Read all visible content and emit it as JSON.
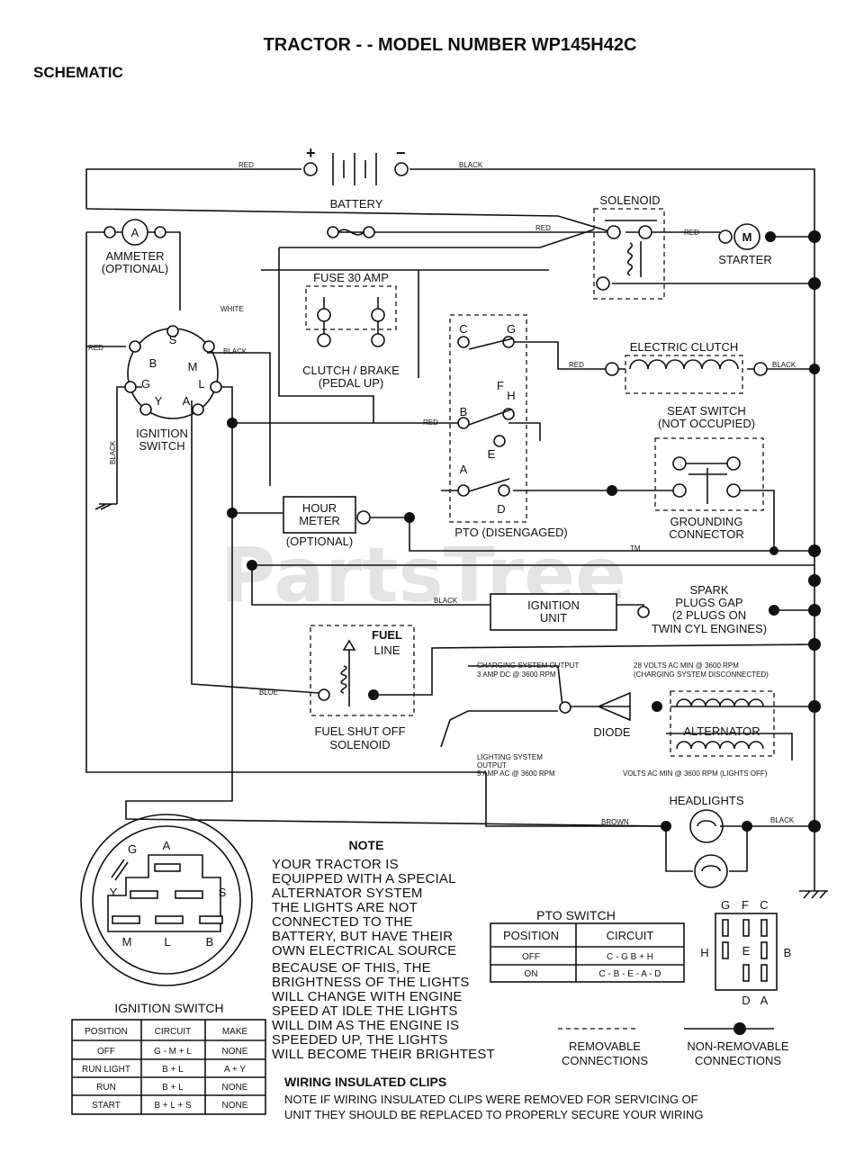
{
  "title": "TRACTOR - - MODEL NUMBER WP145H42C",
  "section": "SCHEMATIC",
  "watermark": "PartsTree",
  "trademark": "TM",
  "wires": {
    "red": "RED",
    "black": "BLACK",
    "white": "WHITE",
    "blue": "BLUE",
    "brown": "BROWN"
  },
  "components": {
    "battery": "BATTERY",
    "battery_plus": "+",
    "battery_minus": "−",
    "solenoid": "SOLENOID",
    "starter": "STARTER",
    "starter_symbol": "M",
    "ammeter_symbol": "A",
    "ammeter": [
      "AMMETER",
      "(OPTIONAL)"
    ],
    "fuse": "FUSE 30 AMP",
    "clutch_brake": [
      "CLUTCH / BRAKE",
      "(PEDAL UP)"
    ],
    "electric_clutch": "ELECTRIC CLUTCH",
    "seat_switch": [
      "SEAT SWITCH",
      "(NOT OCCUPIED)"
    ],
    "ignition_switch": [
      "IGNITION",
      "SWITCH"
    ],
    "ignition_terminals": [
      "S",
      "B",
      "M",
      "G",
      "L",
      "Y",
      "A"
    ],
    "hour_meter": [
      "HOUR",
      "METER"
    ],
    "hour_meter_optional": "(OPTIONAL)",
    "pto_label": "PTO (DISENGAGED)",
    "pto_terminals": [
      "C",
      "G",
      "F",
      "H",
      "B",
      "E",
      "A",
      "D"
    ],
    "grounding_connector": [
      "GROUNDING",
      "CONNECTOR"
    ],
    "ignition_unit": [
      "IGNITION",
      "UNIT"
    ],
    "spark_plugs": [
      "SPARK",
      "PLUGS GAP",
      "(2 PLUGS ON",
      "TWIN CYL ENGINES)"
    ],
    "fuel_line": [
      "FUEL",
      "LINE"
    ],
    "fuel_solenoid": [
      "FUEL SHUT OFF",
      "SOLENOID"
    ],
    "charging_output": [
      "CHARGING SYSTEM OUTPUT",
      "3 AMP DC @ 3600 RPM"
    ],
    "volts_ac": [
      "28 VOLTS AC MIN @ 3600 RPM",
      "(CHARGING SYSTEM DISCONNECTED)"
    ],
    "diode": "DIODE",
    "alternator": "ALTERNATOR",
    "lighting_output": [
      "LIGHTING SYSTEM",
      "OUTPUT",
      "5 AMP AC @ 3600 RPM"
    ],
    "lights_ac": "VOLTS AC MIN @ 3600 RPM (LIGHTS OFF)",
    "headlights": "HEADLIGHTS"
  },
  "switch_inset": {
    "terminals": [
      "G",
      "A",
      "Y",
      "S",
      "M",
      "L",
      "B"
    ],
    "title": "IGNITION SWITCH",
    "headers": [
      "POSITION",
      "CIRCUIT",
      "MAKE"
    ],
    "rows": [
      [
        "OFF",
        "G - M + L",
        "NONE"
      ],
      [
        "RUN LIGHT",
        "B + L",
        "A + Y"
      ],
      [
        "RUN",
        "B + L",
        "NONE"
      ],
      [
        "START",
        "B + L + S",
        "NONE"
      ]
    ]
  },
  "note": {
    "heading": "NOTE",
    "lines": [
      "YOUR TRACTOR IS",
      "EQUIPPED WITH A SPECIAL",
      "ALTERNATOR SYSTEM",
      "THE LIGHTS ARE NOT",
      "CONNECTED TO THE",
      "BATTERY, BUT HAVE THEIR",
      "OWN ELECTRICAL SOURCE",
      "BECAUSE OF THIS, THE",
      "BRIGHTNESS OF THE LIGHTS",
      "WILL CHANGE WITH ENGINE",
      "SPEED  AT IDLE THE LIGHTS",
      "WILL DIM  AS THE ENGINE IS",
      "SPEEDED UP, THE LIGHTS",
      "WILL BECOME THEIR BRIGHTEST"
    ]
  },
  "pto_switch": {
    "title": "PTO SWITCH",
    "headers": [
      "POSITION",
      "CIRCUIT"
    ],
    "rows": [
      [
        "OFF",
        "C - G  B + H"
      ],
      [
        "ON",
        "C - B - E - A - D"
      ]
    ],
    "top_letters": [
      "G",
      "F",
      "C"
    ],
    "side_left": "H",
    "side_right": "B",
    "bottom_letters": [
      "D",
      "A"
    ],
    "center": "E"
  },
  "legend": {
    "removable": [
      "REMOVABLE",
      "CONNECTIONS"
    ],
    "non_removable": [
      "NON-REMOVABLE",
      "CONNECTIONS"
    ]
  },
  "clips": {
    "heading": "WIRING INSULATED CLIPS",
    "lines": [
      "NOTE  IF WIRING INSULATED CLIPS WERE REMOVED FOR SERVICING OF",
      "UNIT  THEY SHOULD BE REPLACED TO PROPERLY SECURE YOUR WIRING"
    ]
  }
}
